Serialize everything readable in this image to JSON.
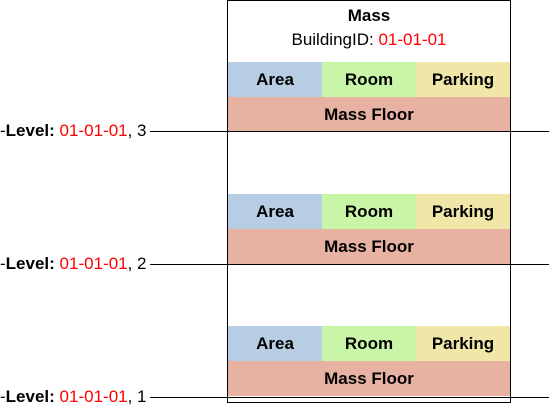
{
  "mass": {
    "title": "Mass",
    "building_id_label": "BuildingID:",
    "building_id_value": "01-01-01"
  },
  "floors": [
    {
      "area": "Area",
      "room": "Room",
      "parking": "Parking",
      "mass_floor": "Mass Floor",
      "level_prefix": "-",
      "level_label": "Level:",
      "level_id": "01-01-01",
      "level_suffix": ", 3"
    },
    {
      "area": "Area",
      "room": "Room",
      "parking": "Parking",
      "mass_floor": "Mass Floor",
      "level_prefix": "-",
      "level_label": "Level:",
      "level_id": "01-01-01",
      "level_suffix": ", 2"
    },
    {
      "area": "Area",
      "room": "Room",
      "parking": "Parking",
      "mass_floor": "Mass Floor",
      "level_prefix": "-",
      "level_label": "Level:",
      "level_id": "01-01-01",
      "level_suffix": ", 1"
    }
  ],
  "colors": {
    "area": "#b7cde3",
    "room": "#c9f5a6",
    "parking": "#f0e6a8",
    "mass_floor": "#e8b2a3",
    "id_text": "#ff0000"
  }
}
